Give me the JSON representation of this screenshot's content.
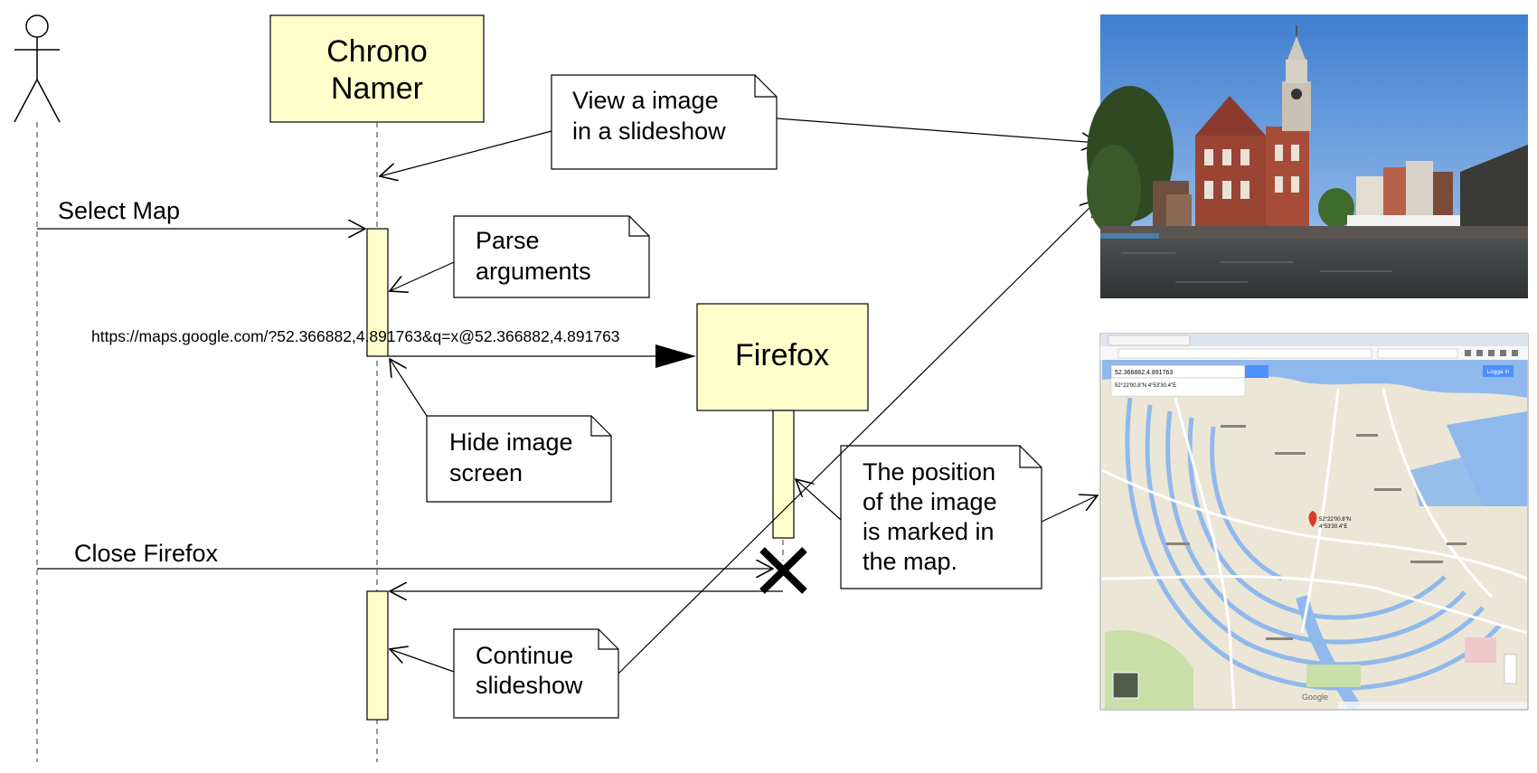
{
  "participants": {
    "chrono_namer": {
      "line1": "Chrono",
      "line2": "Namer"
    },
    "firefox": {
      "label": "Firefox"
    }
  },
  "messages": {
    "select_map": "Select Map",
    "url": "https://maps.google.com/?52.366882,4.891763&q=x@52.366882,4.891763",
    "close_firefox": "Close Firefox"
  },
  "notes": {
    "view_image": [
      "View a image",
      "in a slideshow"
    ],
    "parse_arguments": [
      "Parse",
      "arguments"
    ],
    "hide_image": [
      "Hide image",
      "screen"
    ],
    "position_marked": [
      "The position",
      "of the image",
      "is marked in",
      "the map."
    ],
    "continue_slideshow": [
      "Continue",
      "slideshow"
    ]
  },
  "map_screenshot": {
    "search_value": "52.366882,4.891763",
    "suggestion": "52°22'00.8\"N 4°53'30.4\"E",
    "login_button": "Logga in",
    "marker_label_1": "52°22'00.8\"N",
    "marker_label_2": "4°53'30.4\"E",
    "logo": "Google"
  },
  "colors": {
    "box_fill": "#ffffcc",
    "note_fill": "#ffffff",
    "canal": "#8fb9ec",
    "land": "#ece6d6",
    "marker": "#d9382b"
  }
}
